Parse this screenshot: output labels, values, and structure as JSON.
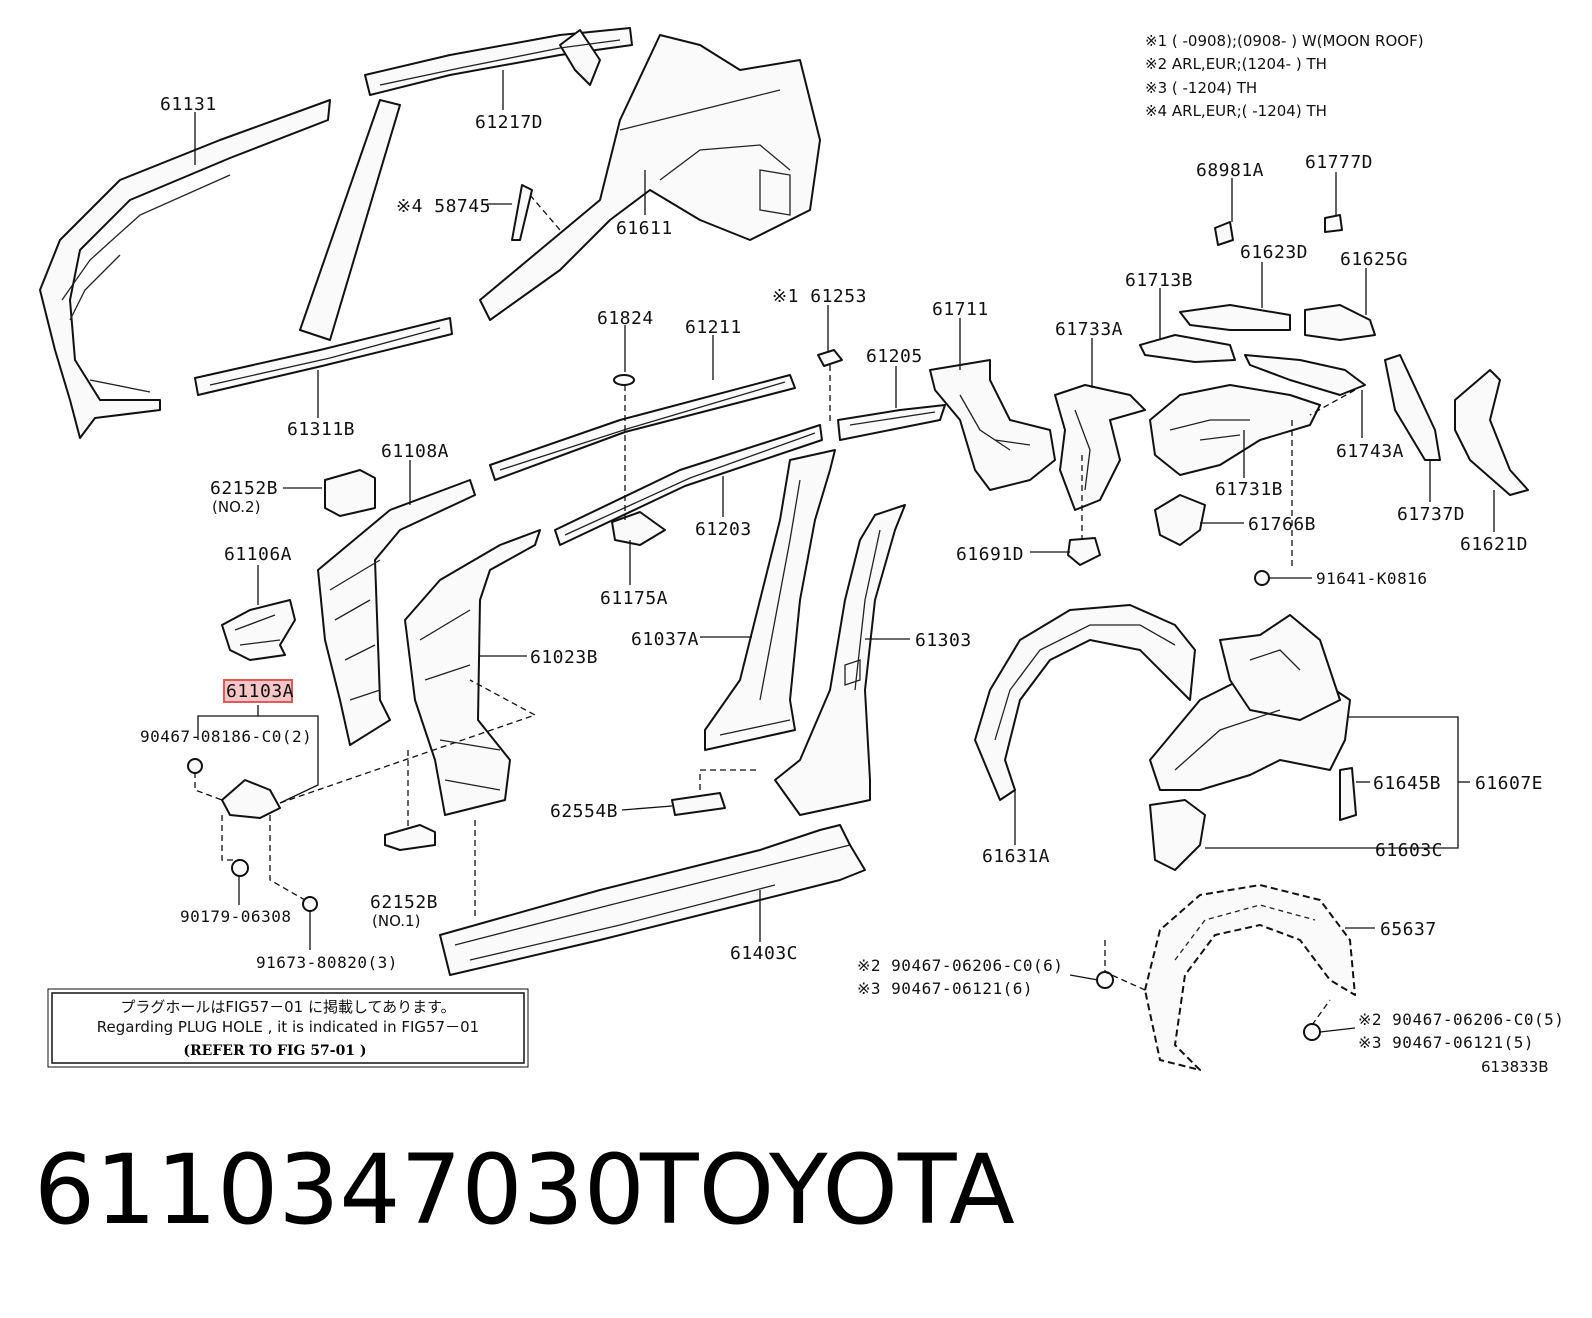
{
  "notes": [
    "※1 (      -0908);(0908-      ) W(MOON ROOF)",
    "※2 ARL,EUR;(1204-      ) TH",
    "※3 (      -1204) TH",
    "※4 ARL,EUR;(      -1204) TH"
  ],
  "labels": {
    "p61131": "61131",
    "p61217D": "61217D",
    "p58745": "※4 58745",
    "p61611": "61611",
    "p61311B": "61311B",
    "p61824": "61824",
    "p61211": "61211",
    "p61253": "※1 61253",
    "p61711": "61711",
    "p61733A": "61733A",
    "p61713B": "61713B",
    "p68981A": "68981A",
    "p61777D": "61777D",
    "p61623D": "61623D",
    "p61625G": "61625G",
    "p61205": "61205",
    "p61743A": "61743A",
    "p61731B": "61731B",
    "p61737D": "61737D",
    "p61621D": "61621D",
    "p61766B": "61766B",
    "p61691D": "61691D",
    "p91641": "91641-K0816",
    "p62152B_top": "62152B",
    "p62152B_top_sub": "(NO.2)",
    "p61108A": "61108A",
    "p61106A": "61106A",
    "p61103A": "61103A",
    "p90467_08186": "90467-08186-C0(2)",
    "p90179": "90179-06308",
    "p91673": "91673-80820(3)",
    "p61203": "61203",
    "p61175A": "61175A",
    "p61037A": "61037A",
    "p61303": "61303",
    "p61023B": "61023B",
    "p62554B": "62554B",
    "p62152B_bot": "62152B",
    "p62152B_bot_sub": "(NO.1)",
    "p61403C": "61403C",
    "p61631A": "61631A",
    "p61645B": "61645B",
    "p61607E": "61607E",
    "p61603C": "61603C",
    "p65637": "65637",
    "p90467_06206_a": "※2 90467-06206-C0(6)",
    "p90467_06121_a": "※3 90467-06121(6)",
    "p90467_06206_b": "※2 90467-06206-C0(5)",
    "p90467_06121_b": "※3 90467-06121(5)",
    "ref": "613833B"
  },
  "plug_box": {
    "line1": "プラグホールはFIG57－01 に掲載してあります。",
    "line2": "Regarding  PLUG HOLE , it is  indicated  in  FIG57－01",
    "line3": "(REFER TO FIG 57-01 )"
  },
  "footer": {
    "part_number": "6110347030",
    "brand": "TOYOTA"
  },
  "colors": {
    "highlight_fill": "#f6c6c6",
    "highlight_stroke": "#e05a5a"
  }
}
